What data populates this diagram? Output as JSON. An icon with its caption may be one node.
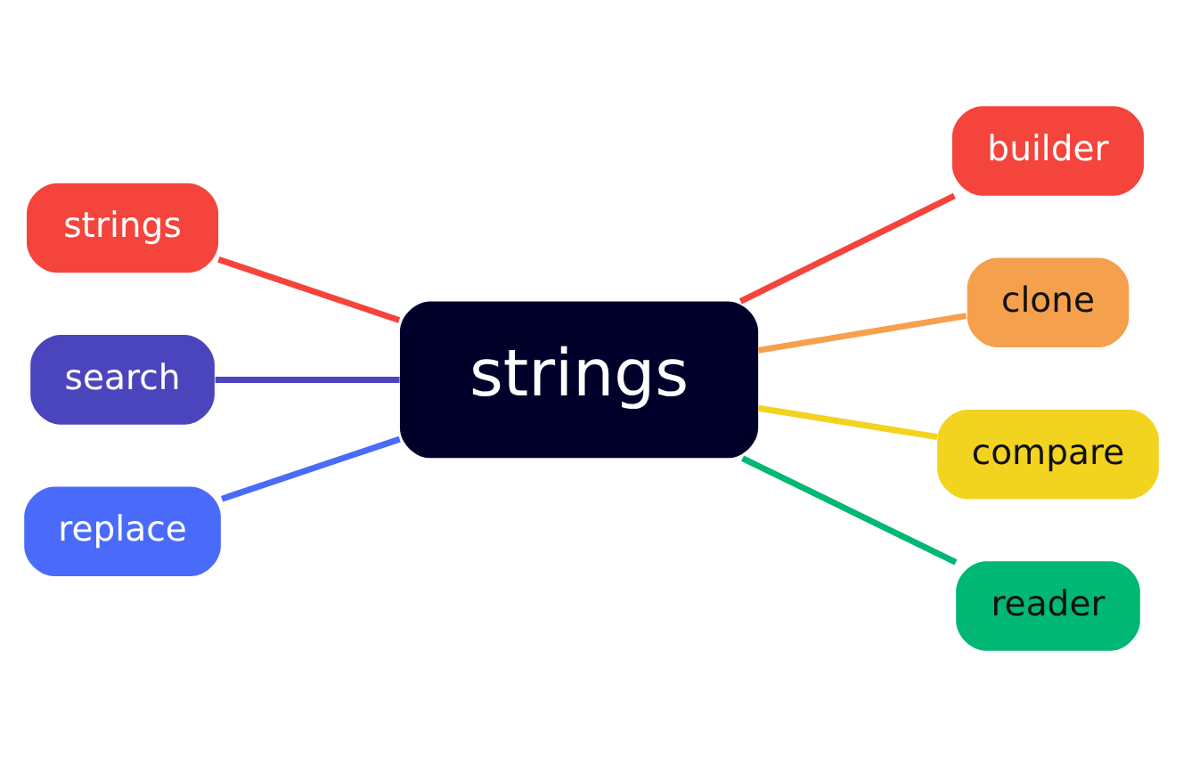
{
  "diagram": {
    "nodes": [
      {
        "text": [
          "strings"
        ]
      },
      {
        "text": [
          "strings"
        ]
      },
      {
        "text": [
          "search"
        ]
      },
      {
        "text": [
          "replace"
        ]
      },
      {
        "text": [
          "builder"
        ]
      },
      {
        "text": [
          "clone"
        ]
      },
      {
        "text": [
          "compare"
        ]
      },
      {
        "text": [
          "reader"
        ]
      }
    ],
    "edges": [
      {
        "from": 1,
        "to": 0,
        "arrow": "none",
        "color": "#f5443b"
      },
      {
        "from": 2,
        "to": 0,
        "arrow": "none",
        "color": "#4b45bd"
      },
      {
        "from": 3,
        "to": 0,
        "arrow": "none",
        "color": "#4a6bfa"
      },
      {
        "from": 0,
        "to": 4,
        "arrow": "none",
        "color": "#f5443b"
      },
      {
        "from": 0,
        "to": 5,
        "arrow": "none",
        "color": "#f5a04d"
      },
      {
        "from": 0,
        "to": 6,
        "arrow": "none",
        "color": "#f2d31f"
      },
      {
        "from": 0,
        "to": 7,
        "arrow": "none",
        "color": "#00b873"
      }
    ]
  }
}
